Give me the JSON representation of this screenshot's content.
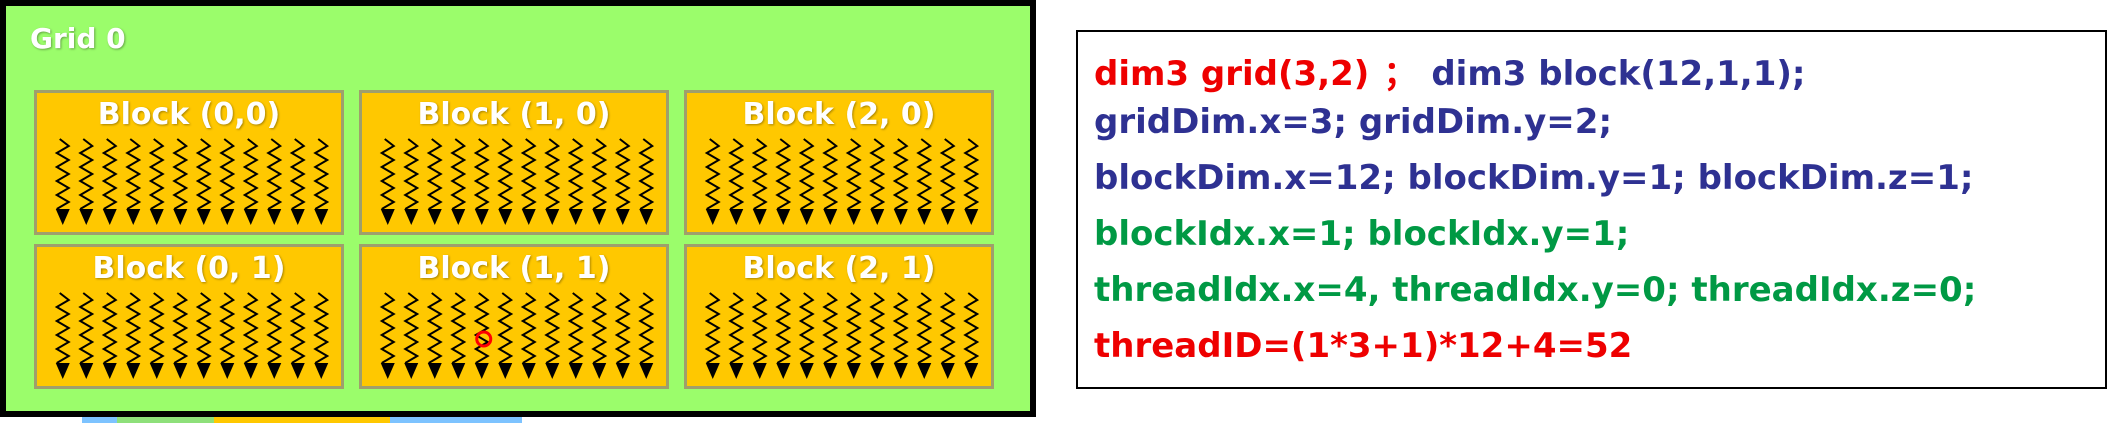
{
  "grid": {
    "title": "Grid 0",
    "colors": {
      "background": "#9bfd6b",
      "block": "#ffc800",
      "label": "#ffffff",
      "highlight": "#ff0000"
    },
    "threads_per_block": 12,
    "blocks": [
      {
        "label": "Block (0,0)"
      },
      {
        "label": "Block (1, 0)"
      },
      {
        "label": "Block (2, 0)"
      },
      {
        "label": "Block (0, 1)"
      },
      {
        "label": "Block (1, 1)"
      },
      {
        "label": "Block (2, 1)"
      }
    ],
    "highlighted_block": 4,
    "highlighted_thread": 4
  },
  "code": {
    "line1": {
      "part1": "dim3 grid(3,2)",
      "sep": "；",
      "part2": "dim3 block(12,1,1)",
      "end": ";"
    },
    "line2": "gridDim.x=3; gridDim.y=2;",
    "line3": "blockDim.x=12; blockDim.y=1; blockDim.z=1;",
    "line4": "blockIdx.x=1; blockIdx.y=1;",
    "line5": "threadIdx.x=4, threadIdx.y=0; threadIdx.z=0;",
    "line6": "threadID=(1*3+1)*12+4=52"
  }
}
